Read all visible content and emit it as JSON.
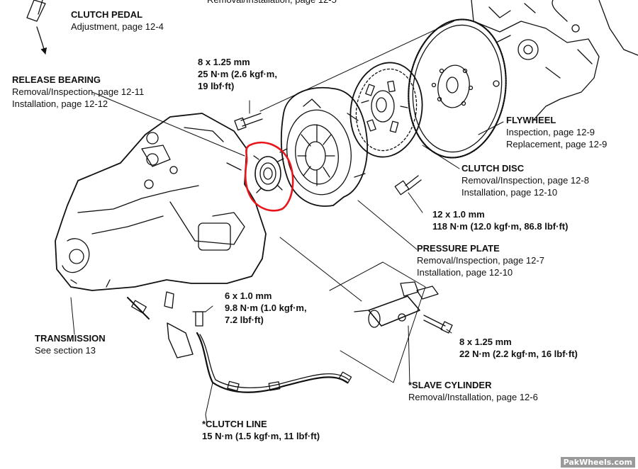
{
  "labels": {
    "clutch_pedal": {
      "title": "CLUTCH PEDAL",
      "lines": [
        "Adjustment, page 12-4"
      ]
    },
    "top_cut": {
      "lines": [
        "Removal/Installation, page 12-5"
      ]
    },
    "bolt_top": {
      "lines": [
        "8 x 1.25 mm",
        "25 N·m (2.6 kgf·m,",
        "19 lbf·ft)"
      ]
    },
    "release_bearing": {
      "title": "RELEASE BEARING",
      "lines": [
        "Removal/Inspection, page 12-11",
        "Installation, page 12-12"
      ]
    },
    "flywheel": {
      "title": "FLYWHEEL",
      "lines": [
        "Inspection, page 12-9",
        "Replacement, page 12-9"
      ]
    },
    "clutch_disc": {
      "title": "CLUTCH DISC",
      "lines": [
        "Removal/Inspection, page 12-8",
        "Installation, page 12-10"
      ]
    },
    "bolt_flywheel": {
      "lines": [
        "12 x 1.0 mm",
        "118 N·m (12.0 kgf·m, 86.8 lbf·ft)"
      ]
    },
    "pressure_plate": {
      "title": "PRESSURE PLATE",
      "lines": [
        "Removal/Inspection, page 12-7",
        "Installation, page 12-10"
      ]
    },
    "bolt_line": {
      "lines": [
        "6 x 1.0 mm",
        "9.8 N·m (1.0 kgf·m,",
        "7.2 lbf·ft)"
      ]
    },
    "bolt_slave": {
      "lines": [
        "8 x 1.25 mm",
        "22 N·m (2.2 kgf·m, 16 lbf·ft)"
      ]
    },
    "transmission": {
      "title": "TRANSMISSION",
      "lines": [
        "See section 13"
      ]
    },
    "slave_cylinder": {
      "title": "*SLAVE CYLINDER",
      "lines": [
        "Removal/Installation, page 12-6"
      ]
    },
    "clutch_line": {
      "title": "*CLUTCH LINE",
      "lines": [
        "15 N·m (1.5 kgf·m, 11 lbf·ft)"
      ]
    }
  },
  "watermark": "PakWheels.com",
  "highlight_color": "#e8161b",
  "line_color": "#111111"
}
